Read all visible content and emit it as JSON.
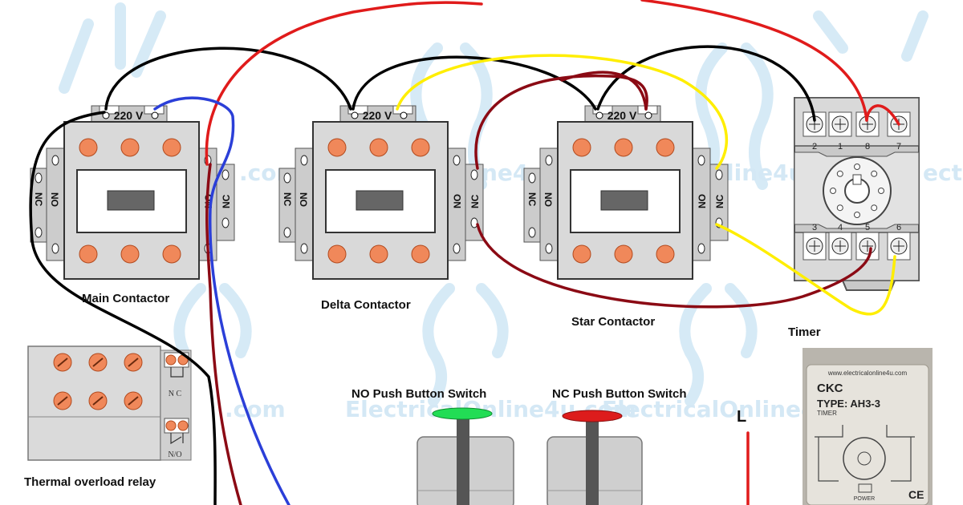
{
  "labels": {
    "main_contactor": "Main Contactor",
    "delta_contactor": "Delta Contactor",
    "star_contactor": "Star Contactor",
    "timer": "Timer",
    "thermal_overload_relay": "Thermal overload relay",
    "no_push_button_switch": "NO Push Button Switch",
    "nc_push_button_switch": "NC Push Button Switch",
    "line": "L"
  },
  "contactor": {
    "coil_voltage": "220 V",
    "aux_no": "NO",
    "aux_nc": "NC"
  },
  "timer": {
    "top_terminals": [
      "2",
      "1",
      "8",
      "7"
    ],
    "bottom_terminals": [
      "3",
      "4",
      "5",
      "6"
    ]
  },
  "overload": {
    "contact_label_1": "N C",
    "contact_label_2": "N/O"
  },
  "timer_photo": {
    "website": "www.electricalonline4u.com",
    "brand": "CKC",
    "type": "TYPE:  AH3-3",
    "kind": "TIMER",
    "power_label": "POWER",
    "ce_mark": "CE"
  },
  "watermark": {
    "text_1": "ElectricalOnline4u.com",
    "text_2": ".com",
    "text_3": "ne4u.com",
    "text_4": "line4u.",
    "text_5": "ect"
  },
  "colors": {
    "wire_black": "#000000",
    "wire_red": "#e01b1b",
    "wire_darkred": "#8b0a14",
    "wire_yellow": "#ffee00",
    "wire_blue": "#2b3fd8",
    "terminal_orange": "#f0885a",
    "push_green": "#22dd55",
    "push_red": "#dd1c1c",
    "watermark": "#d4e8f5"
  }
}
